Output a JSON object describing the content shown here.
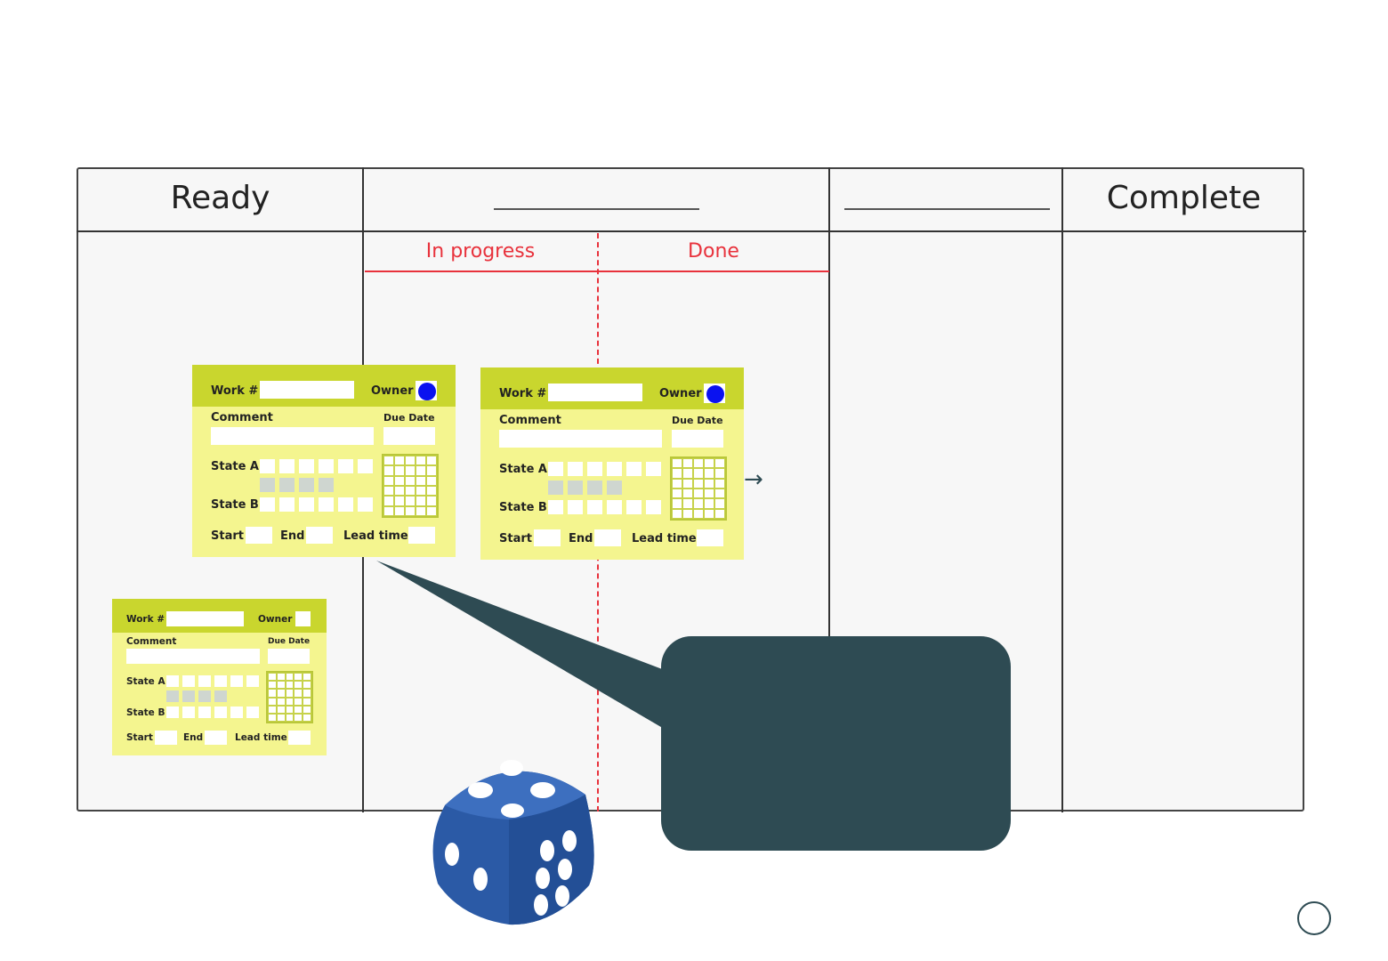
{
  "board": {
    "columns": [
      {
        "title": "Ready"
      },
      {
        "title": ""
      },
      {
        "title": ""
      },
      {
        "title": "Complete"
      }
    ],
    "sub_columns": [
      "In progress",
      "Done"
    ]
  },
  "card_labels": {
    "work": "Work #",
    "owner": "Owner",
    "comment": "Comment",
    "due_date": "Due Date",
    "state_a": "State A",
    "state_b": "State B",
    "start": "Start",
    "end": "End",
    "lead_time": "Lead time"
  },
  "colors": {
    "card_body": "#f4f58f",
    "card_header": "#c9d62e",
    "owner_dot": "#0a12f0",
    "sub_column_accent": "#e8323c",
    "callout": "#2e4b53",
    "dice": "#2b5aa6"
  },
  "icons": {
    "arrow": "→",
    "dice": "dice-five-icon",
    "nav": "circle-icon"
  }
}
